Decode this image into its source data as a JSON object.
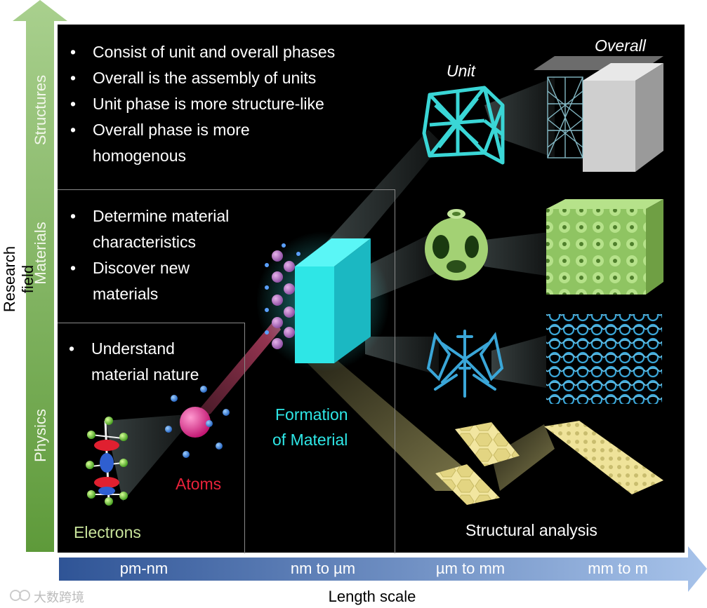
{
  "axes": {
    "y_label": "Research field",
    "x_label": "Length scale",
    "y_levels": [
      "Physics",
      "Materials",
      "Structures"
    ],
    "x_levels": [
      "pm-nm",
      "nm to µm",
      "µm to mm",
      "mm to m"
    ]
  },
  "structures": {
    "bullets": [
      "Consist of unit and overall phases",
      "Overall is the assembly of units",
      "Unit phase is more structure-like",
      "Overall phase is more homogenous"
    ],
    "unit_label": "Unit",
    "overall_label": "Overall"
  },
  "materials": {
    "bullets": [
      "Determine material characteristics",
      "Discover new materials"
    ]
  },
  "physics": {
    "bullets": [
      "Understand material nature"
    ],
    "electrons_label": "Electrons",
    "atoms_label": "Atoms"
  },
  "formation": {
    "line1": "Formation",
    "line2": "of Material"
  },
  "structural_analysis_label": "Structural analysis",
  "watermark": "大数跨境",
  "colors": {
    "green_arrow": "#70a84a",
    "blue_arrow": "#4a74b8",
    "cyan": "#2ee6e6",
    "lattice_cyan": "#3ad6d6",
    "green_shape": "#9ed06e",
    "blue_shape": "#3aa6d8",
    "yellow_shape": "#f0e49a",
    "atoms_red": "#e8223a",
    "electrons_text": "#c8e39a"
  }
}
